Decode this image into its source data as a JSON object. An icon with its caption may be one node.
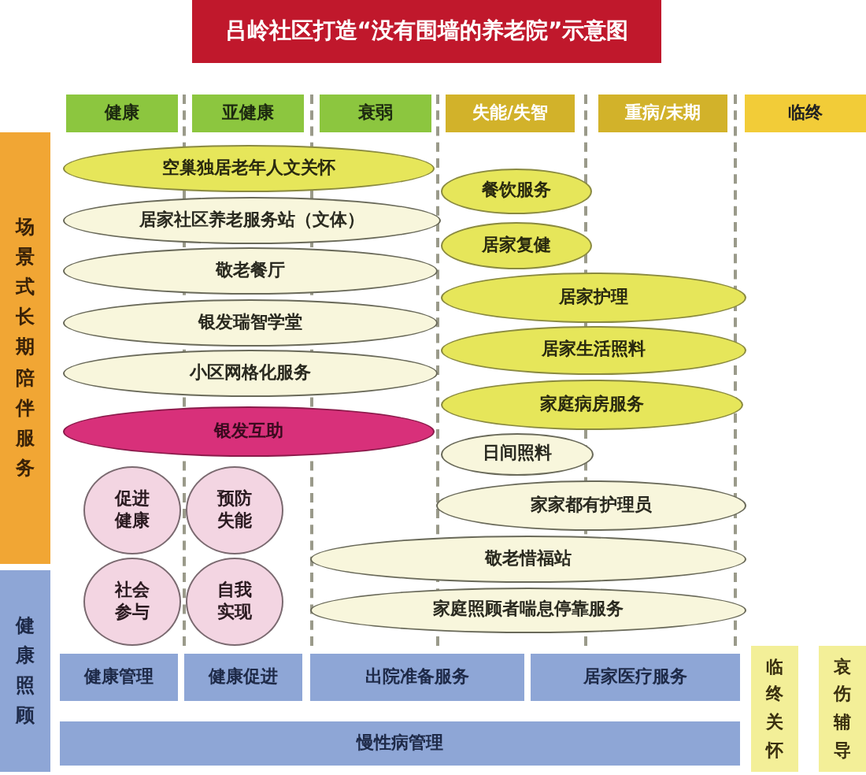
{
  "diagram": {
    "title": "吕岭社区打造“没有围墙的养老院”示意图",
    "nodes": [
      {
        "text": [
          "健康"
        ]
      },
      {
        "text": [
          "亚健康"
        ]
      },
      {
        "text": [
          "衰弱"
        ]
      },
      {
        "text": [
          "失能/失智"
        ]
      },
      {
        "text": [
          "重病/末期"
        ]
      },
      {
        "text": [
          "临终"
        ]
      },
      {
        "text": [
          "场景式长期陪伴服务"
        ]
      },
      {
        "text": [
          "空巢独居老年人文关怀"
        ]
      },
      {
        "text": [
          "餐饮服务"
        ]
      },
      {
        "text": [
          "居家社区养老服务站（文体）"
        ]
      },
      {
        "text": [
          "居家复健"
        ]
      },
      {
        "text": [
          "敬老餐厅"
        ]
      },
      {
        "text": [
          "居家护理"
        ]
      },
      {
        "text": [
          "银发瑞智学堂"
        ]
      },
      {
        "text": [
          "居家生活照料"
        ]
      },
      {
        "text": [
          "小区网格化服务"
        ]
      },
      {
        "text": [
          "家庭病房服务"
        ]
      },
      {
        "text": [
          "银发互助"
        ]
      },
      {
        "text": [
          "日间照料"
        ]
      },
      {
        "text": [
          "促进健康"
        ]
      },
      {
        "text": [
          "预防失能"
        ]
      },
      {
        "text": [
          "家家都有护理员"
        ]
      },
      {
        "text": [
          "敬老惜福站"
        ]
      },
      {
        "text": [
          "社会参与"
        ]
      },
      {
        "text": [
          "自我实现"
        ]
      },
      {
        "text": [
          "家庭照顾者喘息停靠服务"
        ]
      },
      {
        "text": [
          "健康照顾"
        ]
      },
      {
        "text": [
          "健康管理"
        ]
      },
      {
        "text": [
          "健康促进"
        ]
      },
      {
        "text": [
          "出院准备服务"
        ]
      },
      {
        "text": [
          "居家医疗服务"
        ]
      },
      {
        "text": [
          "临终关怀"
        ]
      },
      {
        "text": [
          "哀伤辅导"
        ]
      },
      {
        "text": [
          "慢性病管理"
        ]
      }
    ]
  }
}
